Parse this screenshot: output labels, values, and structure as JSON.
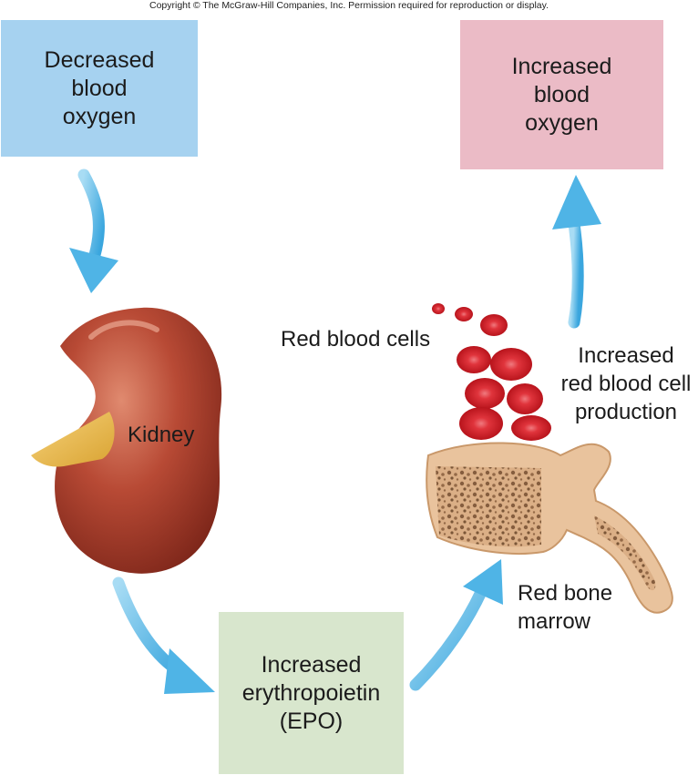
{
  "copyright": "Copyright © The McGraw-Hill Companies, Inc. Permission required for reproduction or display.",
  "boxes": {
    "decreased": "Decreased\nblood\noxygen",
    "increased_oxygen": "Increased\nblood\noxygen",
    "epo": "Increased\nerythropoietin\n(EPO)"
  },
  "labels": {
    "kidney": "Kidney",
    "rbc": "Red blood cells",
    "production": "Increased\nred blood cell\nproduction",
    "marrow": "Red bone\nmarrow"
  },
  "colors": {
    "decreased_box": "#a6d2f0",
    "increased_box": "#ebbbc6",
    "epo_box": "#d8e6cd",
    "arrow": "#4fb4e6",
    "kidney": "#b84a35",
    "bone": "#e9c39d",
    "rbc": "#d8262e"
  }
}
